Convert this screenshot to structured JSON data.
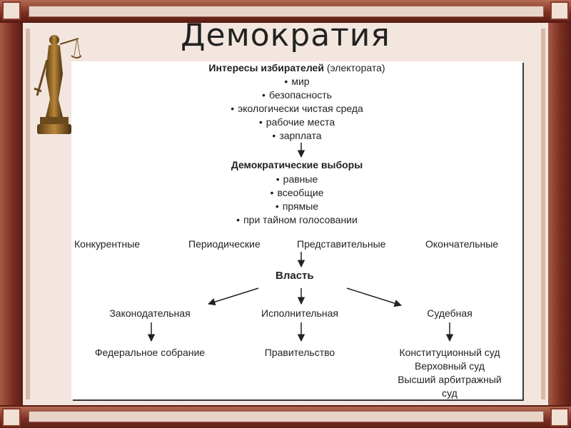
{
  "title": "Демократия",
  "interests": {
    "heading_bold": "Интересы избирателей",
    "heading_rest": "(электората)",
    "items": [
      "мир",
      "безопасность",
      "экологически чистая среда",
      "рабочие места",
      "зарплата"
    ]
  },
  "elections": {
    "heading": "Демократические выборы",
    "items": [
      "равные",
      "всеобщие",
      "прямые",
      "при тайном голосовании"
    ]
  },
  "qualities": [
    "Конкурентные",
    "Периодические",
    "Представительные",
    "Окончательные"
  ],
  "power": "Власть",
  "branches": [
    {
      "name": "Законодательная",
      "body": [
        "Федеральное собрание"
      ]
    },
    {
      "name": "Исполнительная",
      "body": [
        "Правительство"
      ]
    },
    {
      "name": "Судебная",
      "body": [
        "Конституционный суд",
        "Верховный суд",
        "Высший арбитражный",
        "суд"
      ]
    }
  ]
}
